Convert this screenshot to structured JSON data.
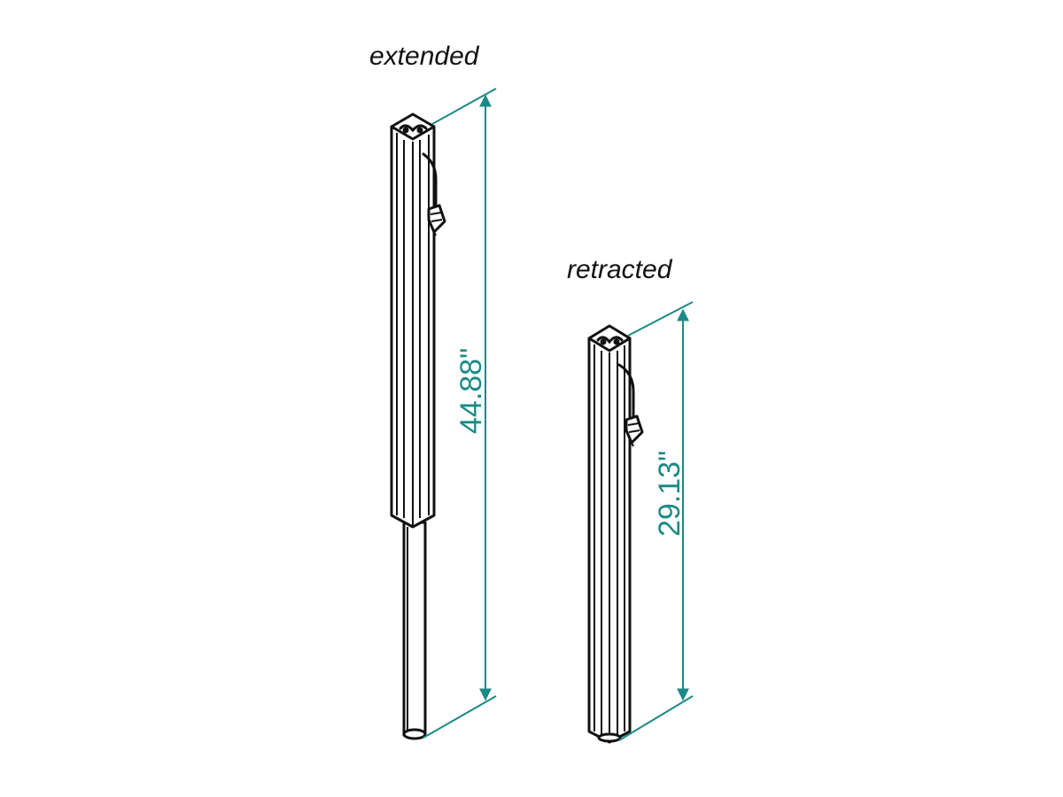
{
  "extended": {
    "label": "extended",
    "dimension": "44.88\""
  },
  "retracted": {
    "label": "retracted",
    "dimension": "29.13\""
  },
  "colors": {
    "dimension": "#1b8a86",
    "ink": "#111111",
    "background": "#ffffff"
  }
}
